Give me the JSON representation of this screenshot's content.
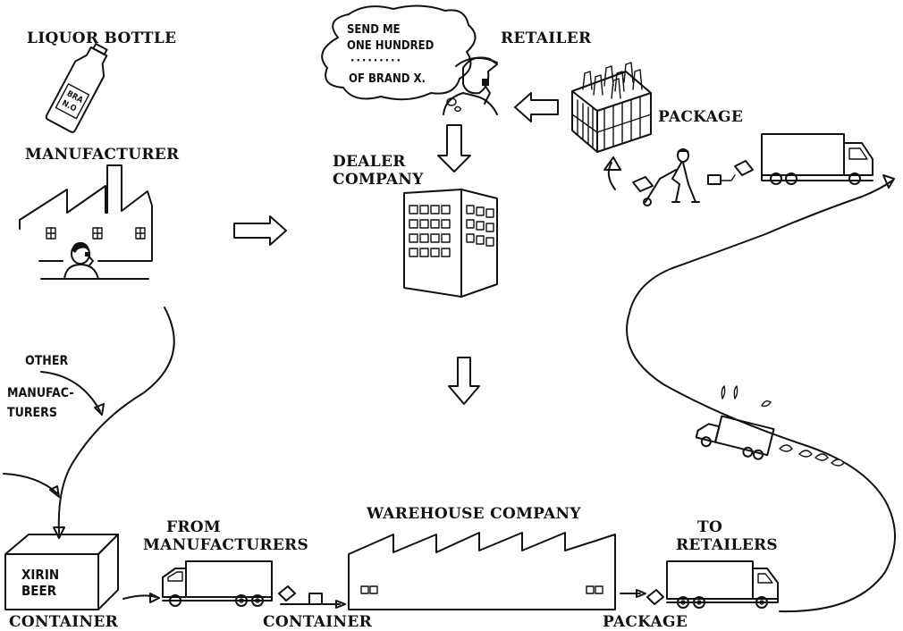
{
  "labels": {
    "liquor_bottle": "LIQUOR BOTTLE",
    "manufacturer": "MANUFACTURER",
    "retailer": "RETAILER",
    "package_top": "PACKAGE",
    "dealer_line1": "DEALER",
    "dealer_line2": "COMPANY",
    "other_line1": "OTHER",
    "other_line2": "MANUFAC-",
    "other_line3": "TURERS",
    "from_line1": "FROM",
    "from_line2": "MANUFACTURERS",
    "warehouse": "WAREHOUSE COMPANY",
    "to_line1": "TO",
    "to_line2": "RETAILERS",
    "container_bottom_left": "CONTAINER",
    "container_bottom_mid": "CONTAINER",
    "package_bottom": "PACKAGE",
    "crate_line1": "XIRIN",
    "crate_line2": "BEER"
  },
  "speech_bubble": {
    "line1": "SEND ME",
    "line2": "ONE HUNDRED",
    "line3": "·········",
    "line4": "OF BRAND X."
  },
  "bottle_label": {
    "line1": "BRA",
    "line2": "N.O"
  }
}
